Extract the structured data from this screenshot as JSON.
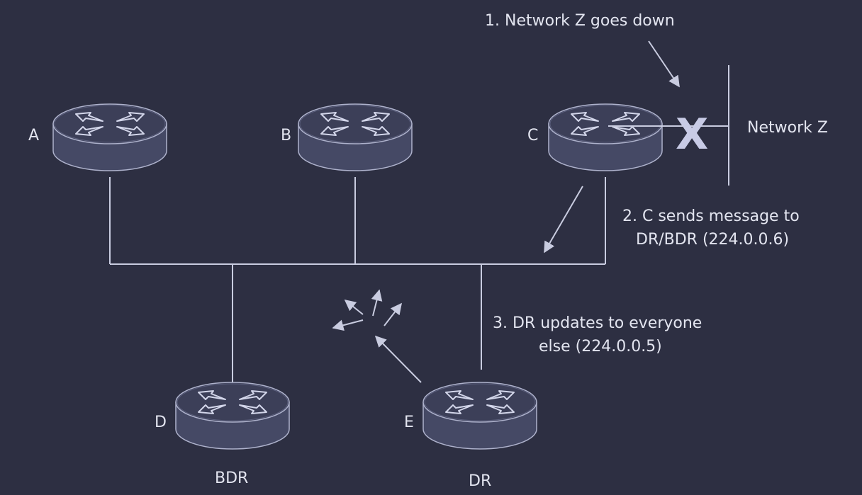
{
  "colors": {
    "background": "#2d2f42",
    "line": "#c9cce0",
    "router_top": "#3c3f58",
    "router_side": "#454965",
    "router_stroke": "#aeb2cc",
    "arrow": "#c9cce0",
    "cross": "#c8cbe6",
    "text": "#e3e5f0"
  },
  "routers": {
    "a": {
      "label": "A",
      "icon": "router-icon"
    },
    "b": {
      "label": "B",
      "icon": "router-icon"
    },
    "c": {
      "label": "C",
      "icon": "router-icon"
    },
    "d": {
      "label": "D",
      "role": "BDR",
      "icon": "router-icon"
    },
    "e": {
      "label": "E",
      "role": "DR",
      "icon": "router-icon"
    }
  },
  "network_z": {
    "label": "Network Z",
    "failure_marker": "X"
  },
  "steps": {
    "step1": "1. Network Z goes down",
    "step2_line1": "2. C sends message to",
    "step2_line2": "DR/BDR (224.0.0.6)",
    "step3_line1": "3. DR updates to everyone",
    "step3_line2": "else (224.0.0.5)"
  }
}
